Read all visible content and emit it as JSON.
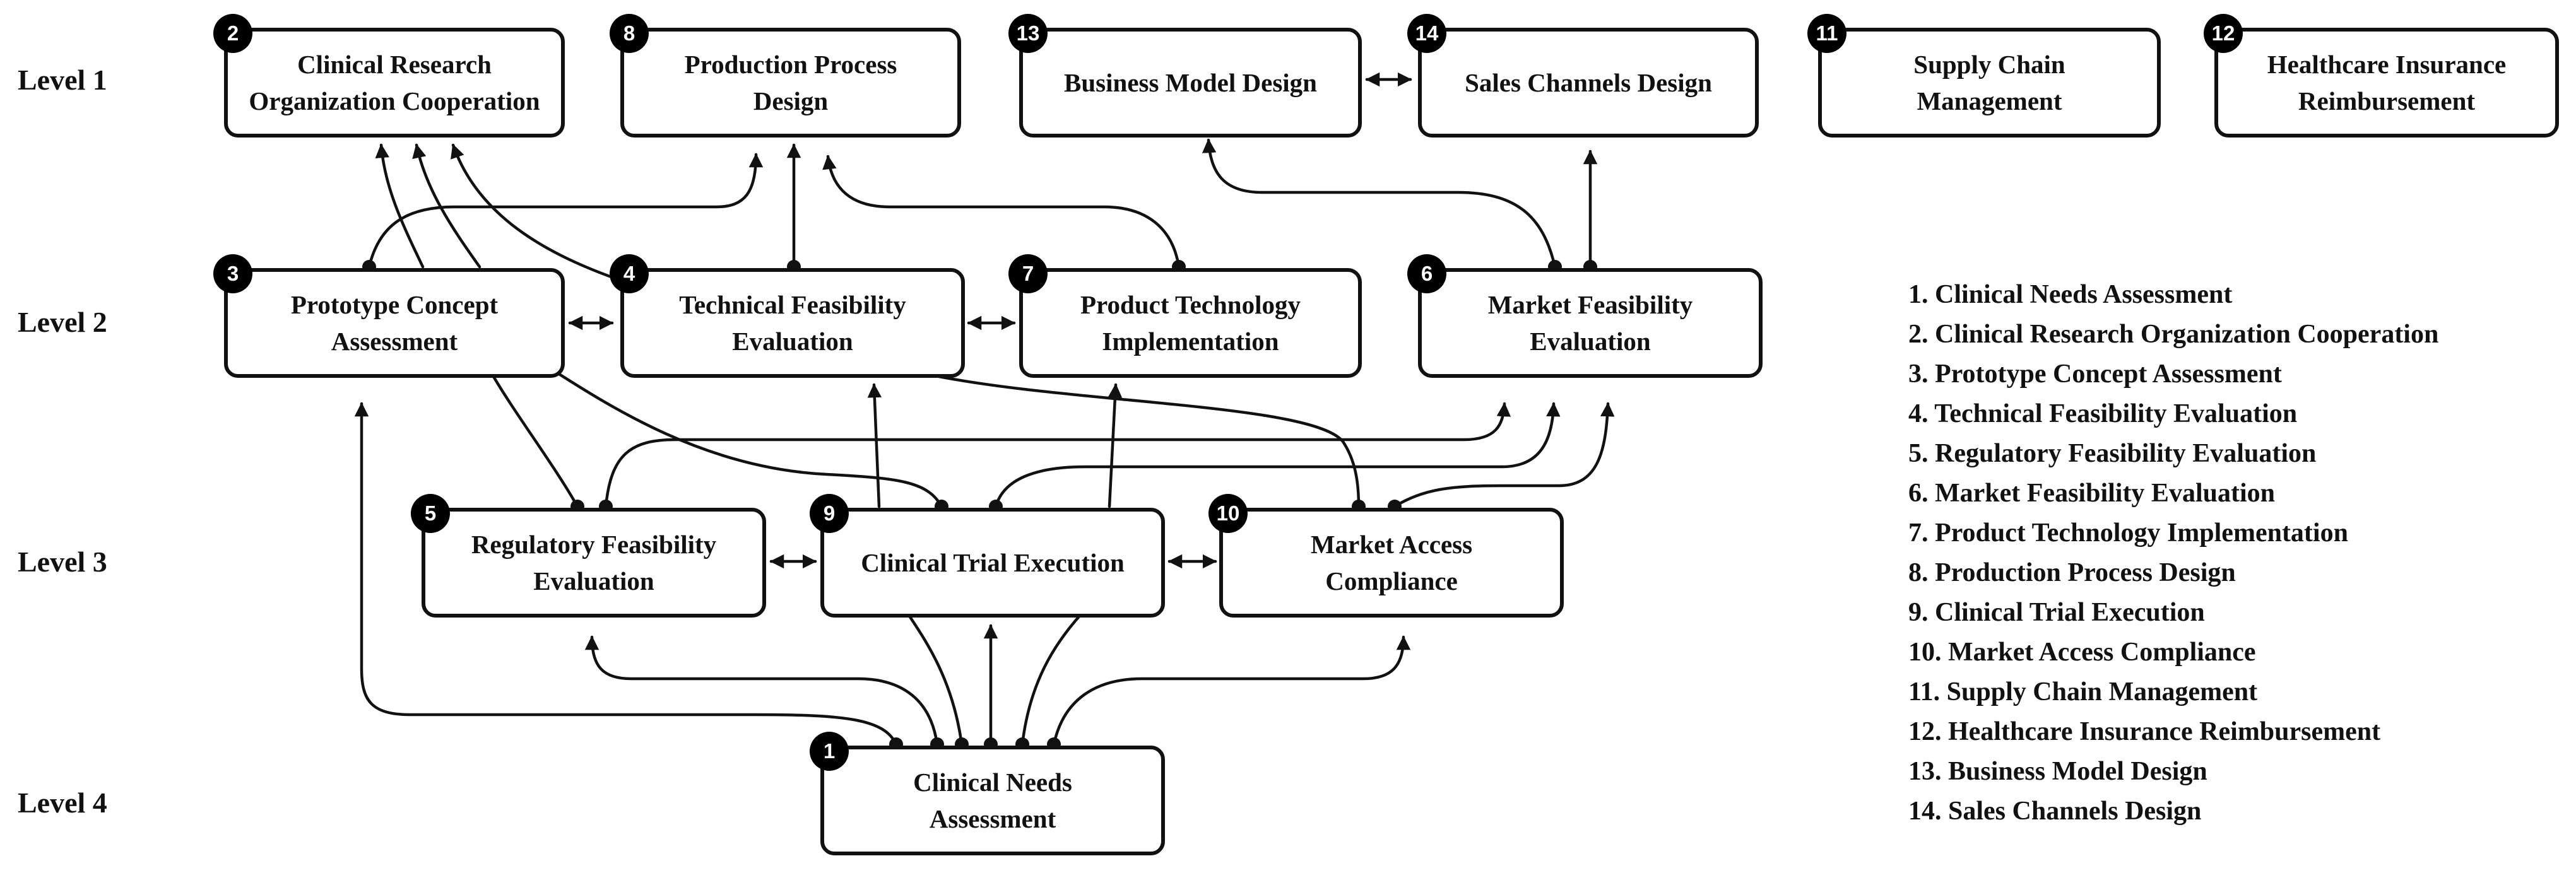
{
  "levels": [
    "Level 1",
    "Level 2",
    "Level 3",
    "Level 4"
  ],
  "nodes": [
    {
      "id": "2",
      "title": "Clinical Research\nOrganization Cooperation"
    },
    {
      "id": "8",
      "title": "Production Process\nDesign"
    },
    {
      "id": "13",
      "title": "Business Model Design"
    },
    {
      "id": "14",
      "title": "Sales Channels Design"
    },
    {
      "id": "11",
      "title": "Supply Chain\nManagement"
    },
    {
      "id": "12",
      "title": "Healthcare Insurance\nReimbursement"
    },
    {
      "id": "3",
      "title": "Prototype Concept\nAssessment"
    },
    {
      "id": "4",
      "title": "Technical Feasibility\nEvaluation"
    },
    {
      "id": "7",
      "title": "Product Technology\nImplementation"
    },
    {
      "id": "6",
      "title": "Market Feasibility\nEvaluation"
    },
    {
      "id": "5",
      "title": "Regulatory Feasibility\nEvaluation"
    },
    {
      "id": "9",
      "title": "Clinical Trial Execution"
    },
    {
      "id": "10",
      "title": "Market Access\nCompliance"
    },
    {
      "id": "1",
      "title": "Clinical Needs\nAssessment"
    }
  ],
  "legend": [
    "1. Clinical Needs Assessment",
    "2. Clinical Research Organization Cooperation",
    "3. Prototype Concept Assessment",
    "4. Technical Feasibility Evaluation",
    "5. Regulatory Feasibility Evaluation",
    "6. Market Feasibility Evaluation",
    "7. Product Technology Implementation",
    "8. Production Process Design",
    "9. Clinical Trial Execution",
    "10. Market Access Compliance",
    "11. Supply Chain Management",
    "12. Healthcare Insurance Reimbursement",
    "13. Business Model Design",
    "14. Sales Channels Design"
  ]
}
